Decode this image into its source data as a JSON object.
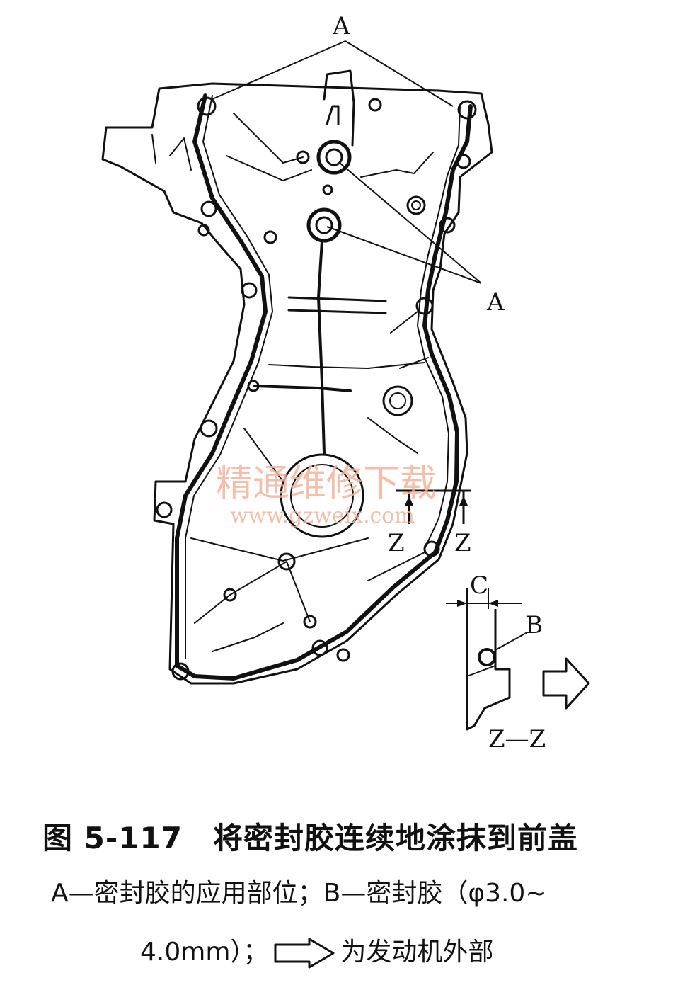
{
  "labels": {
    "a_top": "A",
    "a_right": "A",
    "z_left": "Z",
    "z_right": "Z",
    "c": "C",
    "b": "B",
    "section": "Z—Z"
  },
  "watermark": {
    "cn": "精通维修下载",
    "url": "www.gzweix.com"
  },
  "caption": {
    "title": "图 5-117　将密封胶连续地涂抹到前盖",
    "line1": "A—密封胶的应用部位；B—密封胶（φ3.0~",
    "line2_pre": "4.0mm）；",
    "line2_post": "为发动机外部"
  },
  "icons": [
    "outline-arrow-icon"
  ]
}
